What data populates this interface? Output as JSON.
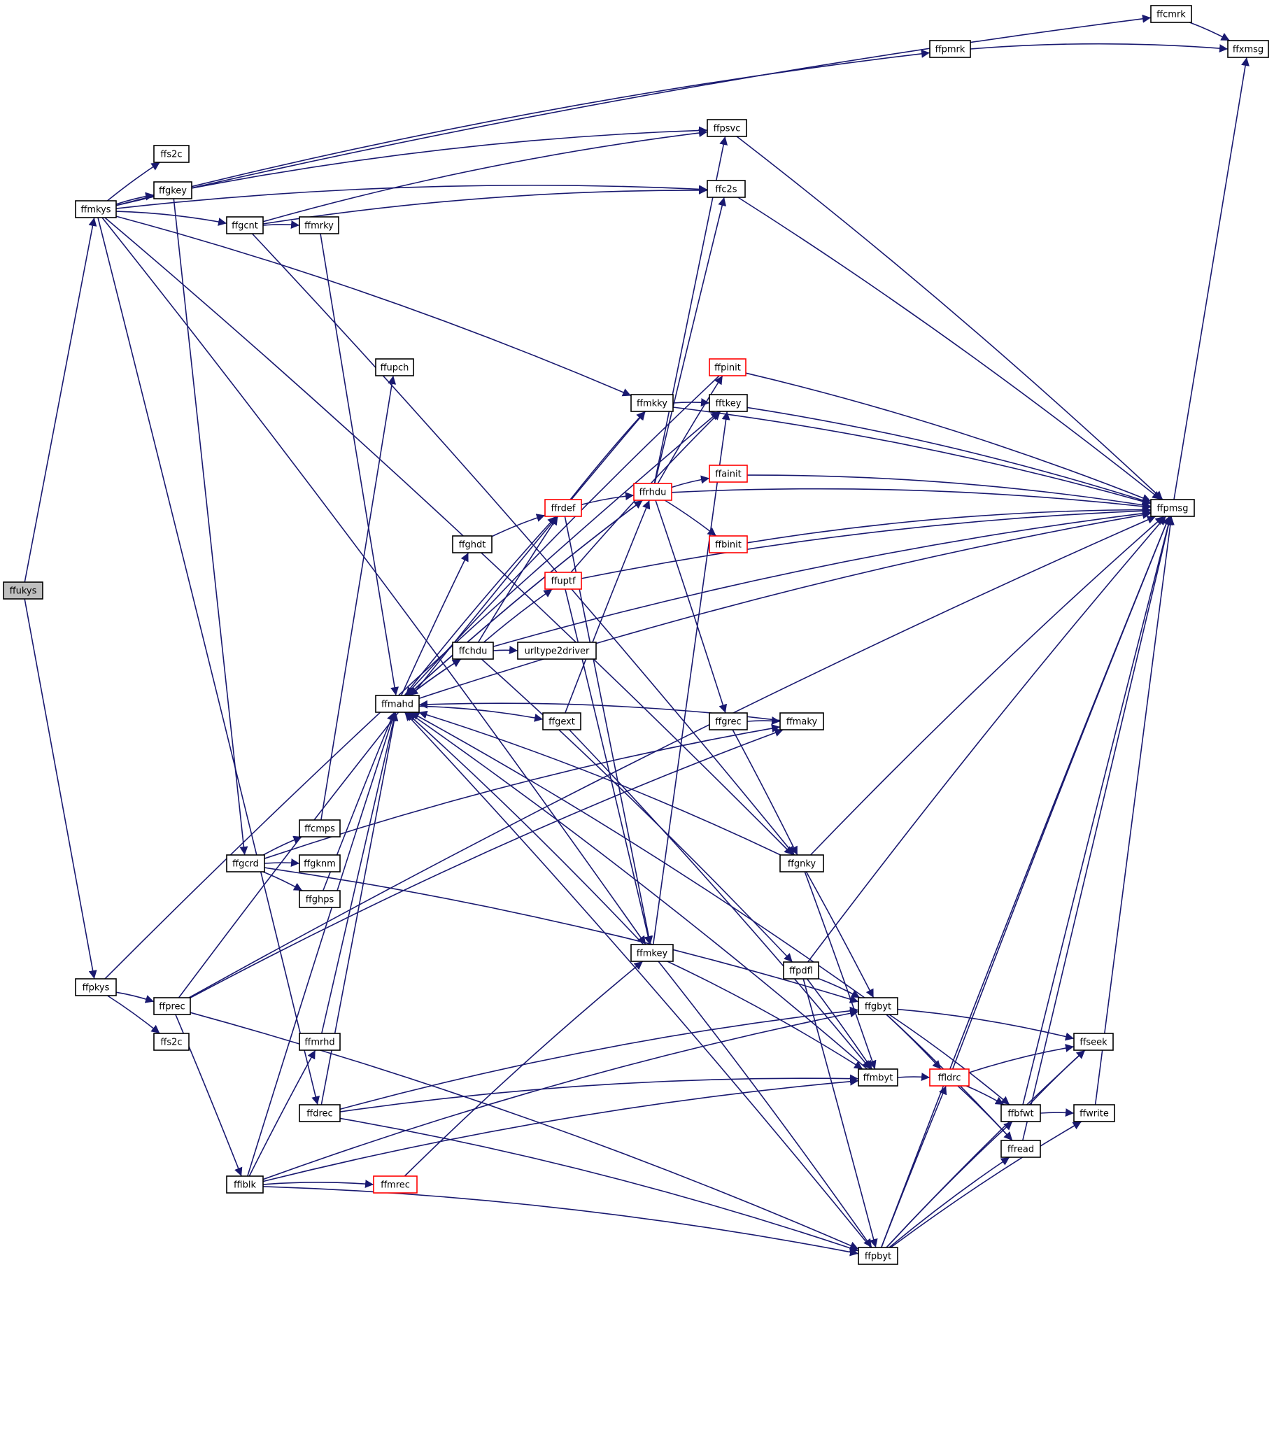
{
  "title": "",
  "colors": {
    "edge": "#191970",
    "node_border": "#000000",
    "node_border_truncated": "#ff0000",
    "root_fill": "#bfbfbf",
    "node_fill": "#ffffff",
    "background": "#ffffff"
  },
  "nodes": {
    "ffukys": "ffukys",
    "ffmkys": "ffmkys",
    "ffpkys": "ffpkys",
    "ffs2c_a": "ffs2c",
    "ffgkey": "ffgkey",
    "ffgcnt": "ffgcnt",
    "ffmrky": "ffmrky",
    "ffcmrk": "ffcmrk",
    "ffpmrk": "ffpmrk",
    "ffxmsg": "ffxmsg",
    "ffpsvc": "ffpsvc",
    "ffc2s": "ffc2s",
    "ffupch": "ffupch",
    "ffpinit": "ffpinit",
    "ffmkky": "ffmkky",
    "fftkey": "fftkey",
    "ffainit": "ffainit",
    "ffrhdu": "ffrhdu",
    "ffpmsg": "ffpmsg",
    "ffrdef": "ffrdef",
    "ffbinit": "ffbinit",
    "ffghdt": "ffghdt",
    "ffuptf": "ffuptf",
    "ffchdu": "ffchdu",
    "urltype2driver": "urltype2driver",
    "ffmahd": "ffmahd",
    "ffgext": "ffgext",
    "ffgrec": "ffgrec",
    "ffmaky": "ffmaky",
    "ffcmps": "ffcmps",
    "ffgcrd": "ffgcrd",
    "ffgknm": "ffgknm",
    "ffghps": "ffghps",
    "ffgnky": "ffgnky",
    "ffmkey": "ffmkey",
    "ffpdfl": "ffpdfl",
    "ffprec": "ffprec",
    "ffs2c_b": "ffs2c",
    "ffgbyt": "ffgbyt",
    "ffseek": "ffseek",
    "ffmrhd": "ffmrhd",
    "ffmbyt": "ffmbyt",
    "ffldrc": "ffldrc",
    "ffdrec": "ffdrec",
    "ffbfwt": "ffbfwt",
    "ffwrite": "ffwrite",
    "ffread": "ffread",
    "ffiblk": "ffiblk",
    "ffmrec": "ffmrec",
    "ffpbyt": "ffpbyt"
  },
  "edges": [
    [
      "ffukys",
      "ffmkys"
    ],
    [
      "ffukys",
      "ffpkys"
    ],
    [
      "ffmkys",
      "ffs2c_a"
    ],
    [
      "ffmkys",
      "ffgkey"
    ],
    [
      "ffmkys",
      "ffgcnt"
    ],
    [
      "ffmkys",
      "ffcmrk"
    ],
    [
      "ffmkys",
      "ffpmrk"
    ],
    [
      "ffmkys",
      "ffc2s"
    ],
    [
      "ffmkys",
      "ffmkky"
    ],
    [
      "ffmkys",
      "ffmkey"
    ],
    [
      "ffmkys",
      "ffdrec"
    ],
    [
      "ffmkys",
      "ffgnky"
    ],
    [
      "ffgkey",
      "ffpsvc"
    ],
    [
      "ffgkey",
      "ffgcrd"
    ],
    [
      "ffgcnt",
      "ffmrky"
    ],
    [
      "ffgcnt",
      "ffpsvc"
    ],
    [
      "ffgcnt",
      "ffc2s"
    ],
    [
      "ffgcnt",
      "ffgnky"
    ],
    [
      "ffmrky",
      "ffmahd"
    ],
    [
      "ffcmrk",
      "ffxmsg"
    ],
    [
      "ffpmrk",
      "ffxmsg"
    ],
    [
      "ffpmsg",
      "ffxmsg"
    ],
    [
      "ffpsvc",
      "ffpmsg"
    ],
    [
      "ffc2s",
      "ffpmsg"
    ],
    [
      "ffpinit",
      "ffpmsg"
    ],
    [
      "ffpinit",
      "ffmahd"
    ],
    [
      "ffmkky",
      "fftkey"
    ],
    [
      "ffmkky",
      "ffpmsg"
    ],
    [
      "fftkey",
      "ffpmsg"
    ],
    [
      "ffainit",
      "ffpmsg"
    ],
    [
      "ffbinit",
      "ffpmsg"
    ],
    [
      "ffrhdu",
      "ffpsvc"
    ],
    [
      "ffrhdu",
      "ffc2s"
    ],
    [
      "ffrhdu",
      "ffpinit"
    ],
    [
      "ffrhdu",
      "ffainit"
    ],
    [
      "ffrhdu",
      "ffbinit"
    ],
    [
      "ffrhdu",
      "ffpmsg"
    ],
    [
      "ffrhdu",
      "ffgrec"
    ],
    [
      "ffrhdu",
      "ffmahd"
    ],
    [
      "ffrdef",
      "ffrhdu"
    ],
    [
      "ffrdef",
      "ffmkky"
    ],
    [
      "ffrdef",
      "ffmkey"
    ],
    [
      "ffghdt",
      "ffrdef"
    ],
    [
      "ffuptf",
      "ffpmsg"
    ],
    [
      "ffuptf",
      "fftkey"
    ],
    [
      "ffuptf",
      "ffmkey"
    ],
    [
      "ffchdu",
      "urltype2driver"
    ],
    [
      "ffchdu",
      "ffuptf"
    ],
    [
      "ffchdu",
      "ffrdef"
    ],
    [
      "ffchdu",
      "ffpmsg"
    ],
    [
      "ffchdu",
      "ffpdfl"
    ],
    [
      "ffchdu",
      "ffmahd"
    ],
    [
      "ffmahd",
      "ffghdt"
    ],
    [
      "ffmahd",
      "ffrdef"
    ],
    [
      "ffmahd",
      "ffrhdu"
    ],
    [
      "ffmahd",
      "ffchdu"
    ],
    [
      "ffmahd",
      "ffgext"
    ],
    [
      "ffmahd",
      "ffpmsg"
    ],
    [
      "ffgext",
      "ffrhdu"
    ],
    [
      "ffgext",
      "ffmbyt"
    ],
    [
      "ffgrec",
      "ffmaky"
    ],
    [
      "ffgrec",
      "ffgnky"
    ],
    [
      "ffmaky",
      "ffmahd"
    ],
    [
      "ffgcrd",
      "ffcmps"
    ],
    [
      "ffgcrd",
      "ffgknm"
    ],
    [
      "ffgcrd",
      "ffghps"
    ],
    [
      "ffgcrd",
      "ffmaky"
    ],
    [
      "ffgcrd",
      "ffgbyt"
    ],
    [
      "ffcmps",
      "ffupch"
    ],
    [
      "ffghps",
      "ffmahd"
    ],
    [
      "ffgnky",
      "ffmahd"
    ],
    [
      "ffgnky",
      "ffgbyt"
    ],
    [
      "ffgnky",
      "ffmbyt"
    ],
    [
      "ffgnky",
      "ffpmsg"
    ],
    [
      "ffmkey",
      "ffmahd"
    ],
    [
      "ffmkey",
      "ffmbyt"
    ],
    [
      "ffmkey",
      "ffpbyt"
    ],
    [
      "ffmkey",
      "fftkey"
    ],
    [
      "ffpdfl",
      "ffpmsg"
    ],
    [
      "ffpdfl",
      "ffgbyt"
    ],
    [
      "ffpdfl",
      "ffmbyt"
    ],
    [
      "ffpdfl",
      "ffpbyt"
    ],
    [
      "ffpkys",
      "ffprec"
    ],
    [
      "ffpkys",
      "ffs2c_b"
    ],
    [
      "ffpkys",
      "fftkey"
    ],
    [
      "ffprec",
      "ffmkky"
    ],
    [
      "ffprec",
      "ffmaky"
    ],
    [
      "ffprec",
      "ffiblk"
    ],
    [
      "ffprec",
      "ffpbyt"
    ],
    [
      "ffprec",
      "ffpmsg"
    ],
    [
      "ffgbyt",
      "ffmahd"
    ],
    [
      "ffgbyt",
      "ffseek"
    ],
    [
      "ffgbyt",
      "ffldrc"
    ],
    [
      "ffgbyt",
      "ffbfwt"
    ],
    [
      "ffgbyt",
      "ffread"
    ],
    [
      "ffmrhd",
      "ffmahd"
    ],
    [
      "ffmbyt",
      "ffmahd"
    ],
    [
      "ffmbyt",
      "ffldrc"
    ],
    [
      "ffldrc",
      "ffpmsg"
    ],
    [
      "ffldrc",
      "ffseek"
    ],
    [
      "ffldrc",
      "ffbfwt"
    ],
    [
      "ffldrc",
      "ffread"
    ],
    [
      "ffdrec",
      "ffmahd"
    ],
    [
      "ffdrec",
      "ffgbyt"
    ],
    [
      "ffdrec",
      "ffmbyt"
    ],
    [
      "ffdrec",
      "ffpbyt"
    ],
    [
      "ffbfwt",
      "ffpmsg"
    ],
    [
      "ffbfwt",
      "ffseek"
    ],
    [
      "ffbfwt",
      "ffwrite"
    ],
    [
      "ffwrite",
      "ffpmsg"
    ],
    [
      "ffread",
      "ffpmsg"
    ],
    [
      "ffiblk",
      "ffmrhd"
    ],
    [
      "ffiblk",
      "ffmahd"
    ],
    [
      "ffiblk",
      "ffmrec"
    ],
    [
      "ffiblk",
      "ffgbyt"
    ],
    [
      "ffiblk",
      "ffmbyt"
    ],
    [
      "ffiblk",
      "ffpbyt"
    ],
    [
      "ffmrec",
      "ffmkey"
    ],
    [
      "ffpbyt",
      "ffmahd"
    ],
    [
      "ffpbyt",
      "ffpmsg"
    ],
    [
      "ffpbyt",
      "ffldrc"
    ],
    [
      "ffpbyt",
      "ffseek"
    ],
    [
      "ffpbyt",
      "ffbfwt"
    ],
    [
      "ffpbyt",
      "ffwrite"
    ],
    [
      "ffpbyt",
      "ffread"
    ]
  ]
}
